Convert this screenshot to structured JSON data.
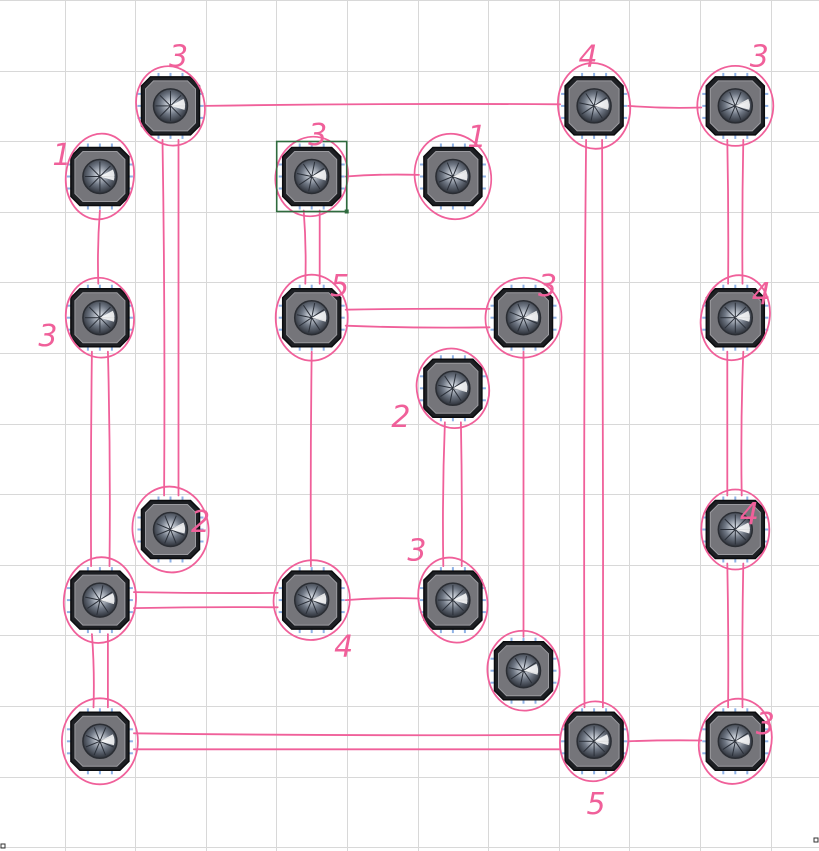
{
  "puzzle": {
    "islands": [
      {
        "id": "a",
        "col": 2,
        "row": 1,
        "hint": "3"
      },
      {
        "id": "b",
        "col": 8,
        "row": 1,
        "hint": "4"
      },
      {
        "id": "c",
        "col": 10,
        "row": 1,
        "hint": "3"
      },
      {
        "id": "d",
        "col": 1,
        "row": 2,
        "hint": "1"
      },
      {
        "id": "e",
        "col": 4,
        "row": 2,
        "hint": "3",
        "selected": true
      },
      {
        "id": "f",
        "col": 6,
        "row": 2,
        "hint": "1"
      },
      {
        "id": "g",
        "col": 1,
        "row": 4,
        "hint": "3"
      },
      {
        "id": "h",
        "col": 4,
        "row": 4,
        "hint": "5"
      },
      {
        "id": "i",
        "col": 7,
        "row": 4,
        "hint": "3"
      },
      {
        "id": "j",
        "col": 10,
        "row": 4,
        "hint": "4"
      },
      {
        "id": "k",
        "col": 6,
        "row": 5,
        "hint": "2"
      },
      {
        "id": "l",
        "col": 2,
        "row": 7,
        "hint": "2"
      },
      {
        "id": "m",
        "col": 10,
        "row": 7,
        "hint": "4"
      },
      {
        "id": "n",
        "col": 1,
        "row": 8,
        "hint": ""
      },
      {
        "id": "o",
        "col": 4,
        "row": 8,
        "hint": "4"
      },
      {
        "id": "p",
        "col": 6,
        "row": 8,
        "hint": "3"
      },
      {
        "id": "q",
        "col": 7,
        "row": 9,
        "hint": ""
      },
      {
        "id": "r",
        "col": 1,
        "row": 10,
        "hint": ""
      },
      {
        "id": "s",
        "col": 8,
        "row": 10,
        "hint": "5"
      },
      {
        "id": "t",
        "col": 10,
        "row": 10,
        "hint": "3"
      }
    ],
    "bridges": [
      {
        "from": "a",
        "to": "b",
        "count": 1
      },
      {
        "from": "a",
        "to": "l",
        "count": 2
      },
      {
        "from": "b",
        "to": "c",
        "count": 1
      },
      {
        "from": "b",
        "to": "s",
        "count": 2
      },
      {
        "from": "c",
        "to": "j",
        "count": 2
      },
      {
        "from": "e",
        "to": "f",
        "count": 1
      },
      {
        "from": "e",
        "to": "h",
        "count": 2
      },
      {
        "from": "d",
        "to": "g",
        "count": 1
      },
      {
        "from": "h",
        "to": "i",
        "count": 2
      },
      {
        "from": "h",
        "to": "o",
        "count": 1
      },
      {
        "from": "g",
        "to": "n",
        "count": 2
      },
      {
        "from": "i",
        "to": "q",
        "count": 1
      },
      {
        "from": "j",
        "to": "m",
        "count": 2
      },
      {
        "from": "k",
        "to": "p",
        "count": 2
      },
      {
        "from": "n",
        "to": "o",
        "count": 2
      },
      {
        "from": "o",
        "to": "p",
        "count": 1
      },
      {
        "from": "n",
        "to": "r",
        "count": 2
      },
      {
        "from": "r",
        "to": "s",
        "count": 2
      },
      {
        "from": "s",
        "to": "t",
        "count": 1
      },
      {
        "from": "m",
        "to": "t",
        "count": 2
      }
    ]
  }
}
